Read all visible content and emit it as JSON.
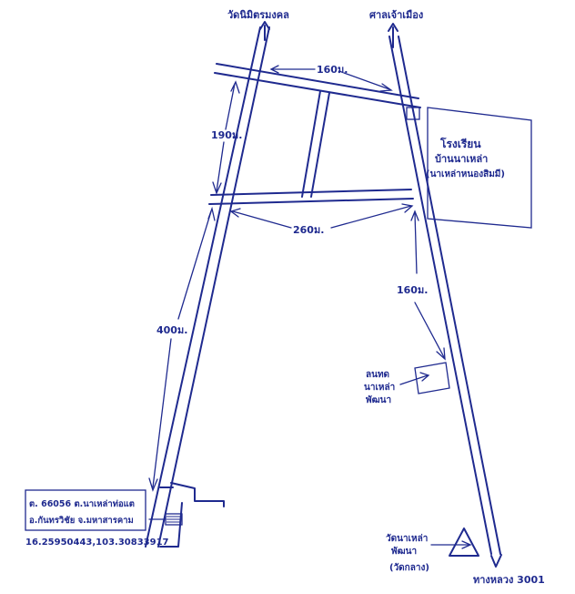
{
  "labels": {
    "temple_top_left": "วัดนิมิตรมงคล",
    "shrine_top_right": "ศาลเจ้าเมือง",
    "school_line1": "โรงเรียน",
    "school_line2": "บ้านนาเหล่า",
    "school_line3": "(นาเหล่าหนองสิมมี)",
    "dist_top": "160ม.",
    "dist_left_vertical": "190ม.",
    "dist_middle": "260ม.",
    "dist_right": "160ม.",
    "dist_long": "400ม.",
    "office_line1": "ลนทด",
    "office_line2": "นาเหล่า",
    "office_line3": "พัฒนา",
    "temple_bottom_line1": "วัดนาเหล่า",
    "temple_bottom_line2": "พัฒนา",
    "temple_bottom_line3": "(วัดกลาง)",
    "highway": "ทางหลวง 3001",
    "site_line1": "ต. 66056 ต.นาเหล่าท่อแต",
    "site_line2": "อ.กันทรวิชัย จ.มหาสารคาม",
    "coords": "16.25950443,103.30833917"
  },
  "colors": {
    "ink": "#1f2a8f",
    "paper": "#ffffff"
  }
}
